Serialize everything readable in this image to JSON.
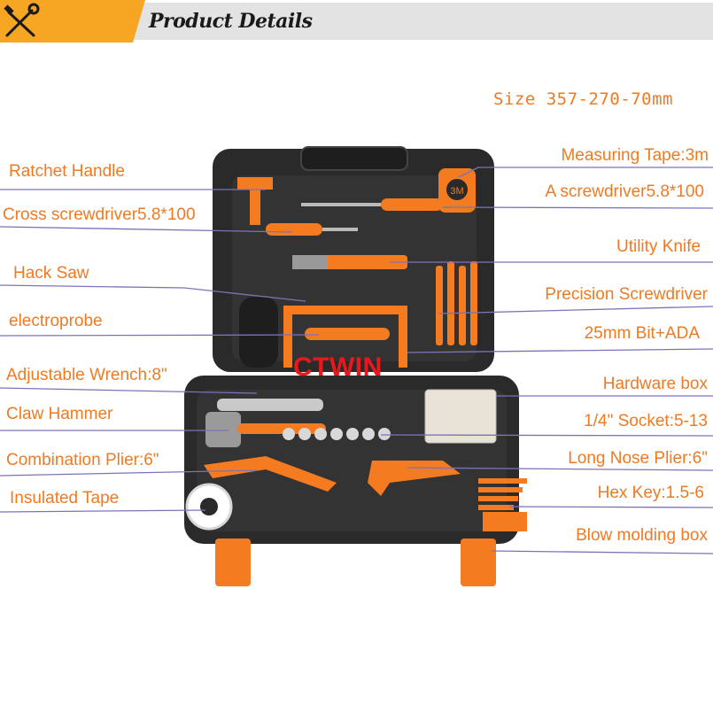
{
  "header": {
    "title": "Product Details",
    "logo_icon": "tools-icon"
  },
  "size_text": "Size 357-270-70mm",
  "brand_text": "CTWIN",
  "colors": {
    "accent": "#f07a22",
    "header_orange": "#f6a623",
    "header_gray": "#e3e3e3",
    "line": "#7b73b8",
    "brand": "#e8191b"
  },
  "left_labels": [
    "Ratchet Handle",
    "Cross screwdriver5.8*100",
    "Hack Saw",
    "electroprobe",
    "Adjustable Wrench:8\"",
    "Claw Hammer",
    "Combination Plier:6\"",
    "Insulated Tape"
  ],
  "right_labels": [
    "Measuring Tape:3m",
    "A screwdriver5.8*100",
    "Utility Knife",
    "Precision Screwdriver",
    "25mm Bit+ADA",
    "Hardware box",
    "1/4\" Socket:5-13",
    "Long Nose Plier:6\"",
    "Hex Key:1.5-6",
    "Blow molding box"
  ],
  "tape_label": "3M"
}
